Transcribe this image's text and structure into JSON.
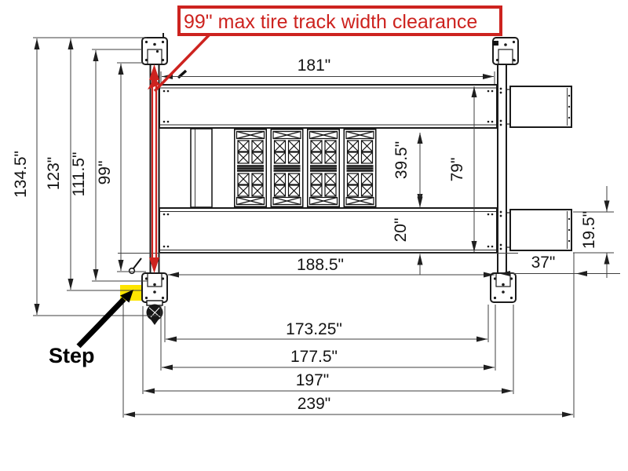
{
  "callout": {
    "label": "99\" max tire track width clearance"
  },
  "step": {
    "label": "Step"
  },
  "dims": {
    "w134_5": "134.5\"",
    "w123": "123\"",
    "w111_5": "111.5\"",
    "w99": "99\"",
    "l181": "181\"",
    "w39_5": "39.5\"",
    "w79": "79\"",
    "w20": "20\"",
    "w19_5": "19.5\"",
    "l188_5": "188.5\"",
    "l37": "37\"",
    "l173_25": "173.25\"",
    "l177_5": "177.5\"",
    "l197": "197\"",
    "l239": "239\""
  },
  "colors": {
    "accent_red": "#cd231f",
    "highlight_yellow": "#ffe500",
    "line_dark": "#1b1b1b",
    "dim_gray": "#3f3f3f"
  }
}
